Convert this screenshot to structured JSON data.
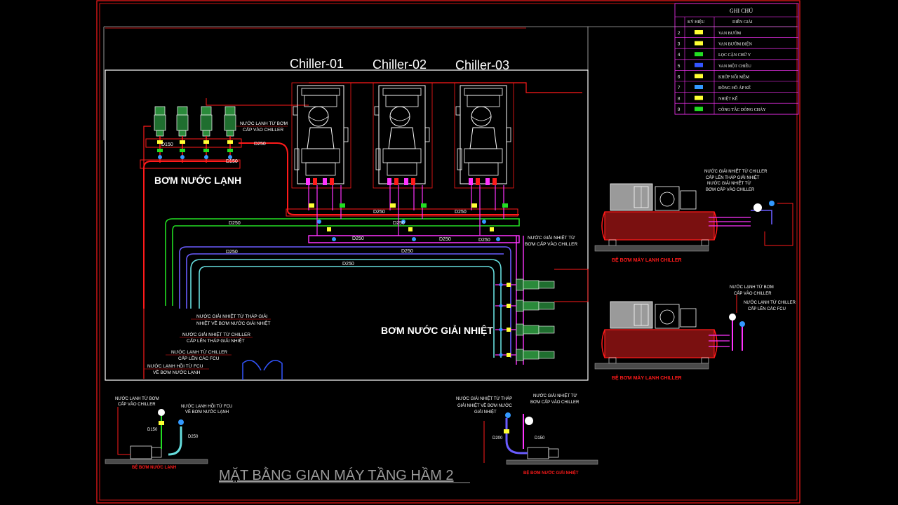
{
  "colors": {
    "red": "#ff1a1a",
    "green": "#22dd22",
    "magenta": "#ff33ff",
    "blue": "#6a5cff",
    "cyan": "#66dddd",
    "white": "#ffffff",
    "yellow": "#ffff33",
    "grey": "#9a9a9a"
  },
  "chillers": [
    {
      "label": "Chiller-01"
    },
    {
      "label": "Chiller-02"
    },
    {
      "label": "Chiller-03"
    }
  ],
  "legend": {
    "title": "GHI CHÚ",
    "col_symbol": "KÝ HIỆU",
    "col_desc": "DIỄN GIẢI",
    "rows": [
      {
        "no": "2",
        "desc": "VAN BƯỚM",
        "icon": "butterfly-valve-icon"
      },
      {
        "no": "3",
        "desc": "VAN BƯỚM ĐIỆN",
        "icon": "electric-butterfly-valve-icon"
      },
      {
        "no": "4",
        "desc": "LỌC CẶN CHỮ Y",
        "icon": "y-strainer-icon"
      },
      {
        "no": "5",
        "desc": "VAN MỘT CHIỀU",
        "icon": "check-valve-icon"
      },
      {
        "no": "6",
        "desc": "KHỚP NỐI MỀM",
        "icon": "flexible-joint-icon"
      },
      {
        "no": "7",
        "desc": "ĐỒNG HỒ ÁP KẾ",
        "icon": "pressure-gauge-icon"
      },
      {
        "no": "8",
        "desc": "NHIỆT KẾ",
        "icon": "thermometer-icon"
      },
      {
        "no": "9",
        "desc": "CÔNG TẮC DÒNG CHẢY",
        "icon": "flow-switch-icon"
      }
    ]
  },
  "labels": {
    "chilled_pump_title": "BƠM NƯỚC LẠNH",
    "cooling_pump_title": "BƠM NƯỚC GIẢI NHIỆT",
    "plan_title": "MẶT BẰNG GIAN MÁY TẦNG HẦM 2",
    "supply_to_chiller": [
      "NƯỚC LẠNH TỪ BƠM",
      "CẤP VÀO CHILLER"
    ],
    "cooling_to_chiller": [
      "NƯỚC GIẢI NHIỆT TỪ",
      "BƠM CẤP VÀO CHILLER"
    ],
    "cooling_from_tower": [
      "NƯỚC GIẢI NHIỆT TỪ THÁP GIẢI",
      "NHIỆT VỀ BƠM NƯỚC GIẢI NHIỆT"
    ],
    "cooling_to_tower": [
      "NƯỚC GIẢI NHIỆT TỪ CHILLER",
      "CẤP LÊN THÁP GIẢI NHIỆT"
    ],
    "chilled_to_fcu": [
      "NƯỚC LẠNH TỪ CHILLER",
      "CẤP LÊN CÁC FCU"
    ],
    "chilled_return": [
      "NƯỚC LẠNH HỒI TỪ FCU",
      "VỀ BƠM NƯỚC LẠNH"
    ],
    "side1_notes": [
      "NƯỚC GIẢI NHIỆT TỪ CHILLER",
      "CẤP LÊN THÁP GIẢI NHIỆT",
      "NƯỚC GIẢI NHIỆT TỪ",
      "BƠM CẤP VÀO CHILLER"
    ],
    "side1_caption": "BỆ BƠM MÁY LẠNH CHILLER",
    "side2_notes": [
      "NƯỚC LẠNH TỪ BƠM",
      "CẤP VÀO CHILLER",
      "NƯỚC LẠNH TỪ CHILLER",
      "CẤP LÊN CÁC FCU"
    ],
    "side2_caption": "BỆ BƠM MÁY LẠNH CHILLER",
    "bl_notes_a": [
      "NƯỚC LẠNH TỪ BƠM",
      "CẤP VÀO CHILLER"
    ],
    "bl_notes_b": [
      "NƯỚC LẠNH HỒI TỪ FCU",
      "VỀ BƠM NƯỚC LẠNH"
    ],
    "bl_caption": "BỆ BƠM NƯỚC LẠNH",
    "bl_sizes": [
      "D150",
      "D250"
    ],
    "br_notes_a": [
      "NƯỚC GIẢI NHIỆT TỪ THÁP",
      "GIẢI NHIỆT VỀ BƠM NƯỚC",
      "GIẢI NHIỆT"
    ],
    "br_notes_b": [
      "NƯỚC GIẢI NHIỆT TỪ",
      "BƠM CẤP VÀO CHILLER"
    ],
    "br_caption": "BỆ BƠM NƯỚC GIẢI NHIỆT",
    "br_sizes": [
      "D200",
      "D150"
    ],
    "pipe_sizes": {
      "chilled_header": "D250",
      "cooling_header_top": "D250",
      "cooling_header_2": "D250",
      "cooling_header_3": "D250",
      "cooling_bottom": "D250",
      "chiller_branch": [
        "D250",
        "D250",
        "D250"
      ],
      "cooling_branch": [
        "D250",
        "D250",
        "D250"
      ],
      "pump_branch": "D150"
    }
  }
}
